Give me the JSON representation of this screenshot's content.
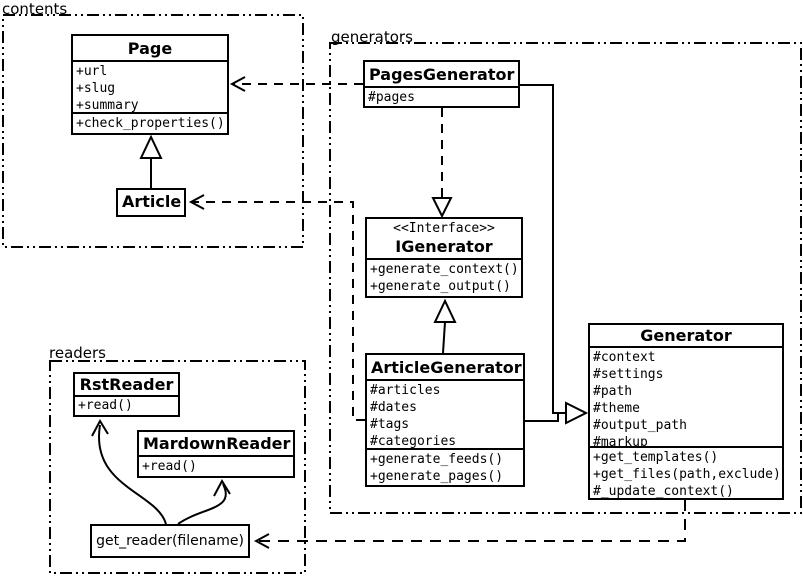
{
  "diagram_title": "Pelican-style UML class diagram",
  "colors": {
    "line": "#000000",
    "background": "#ffffff",
    "box_fill": "#ffffff",
    "text": "#000000"
  },
  "packages": {
    "contents": {
      "label": "contents"
    },
    "generators": {
      "label": "generators"
    },
    "readers": {
      "label": "readers"
    }
  },
  "classes": {
    "page": {
      "name": "Page",
      "attributes": [
        "+url",
        "+slug",
        "+summary"
      ],
      "methods": [
        "+check_properties()"
      ]
    },
    "article": {
      "name": "Article"
    },
    "pages_generator": {
      "name": "PagesGenerator",
      "attributes": [
        "#pages"
      ]
    },
    "igenerator": {
      "stereotype": "<<Interface>>",
      "name": "IGenerator",
      "methods": [
        "+generate_context()",
        "+generate_output()"
      ]
    },
    "article_generator": {
      "name": "ArticleGenerator",
      "attributes": [
        "#articles",
        "#dates",
        "#tags",
        "#categories"
      ],
      "methods": [
        "+generate_feeds()",
        "+generate_pages()"
      ]
    },
    "generator": {
      "name": "Generator",
      "attributes": [
        "#context",
        "#settings",
        "#path",
        "#theme",
        "#output_path",
        "#markup"
      ],
      "methods": [
        "+get_templates()",
        "+get_files(path,exclude)",
        "#_update_context()"
      ]
    },
    "rst_reader": {
      "name": "RstReader",
      "methods": [
        "+read()"
      ]
    },
    "mardown_reader": {
      "name": "MardownReader",
      "methods": [
        "+read()"
      ]
    },
    "get_reader": {
      "label": "get_reader(filename)"
    }
  }
}
